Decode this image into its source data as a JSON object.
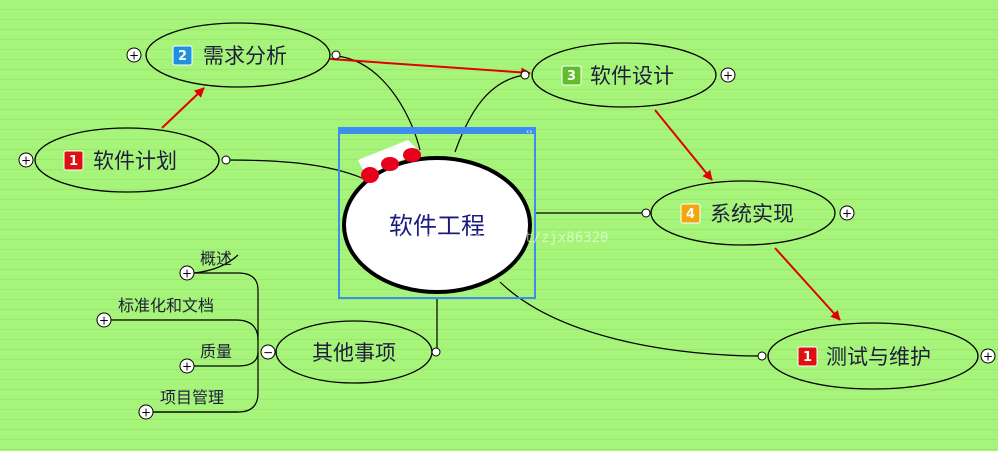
{
  "central": {
    "label": "软件工程"
  },
  "nodes": {
    "plan": {
      "label": "软件计划",
      "priority": "1",
      "badge_color": "#dd1111"
    },
    "analysis": {
      "label": "需求分析",
      "priority": "2",
      "badge_color": "#1f8fe0"
    },
    "design": {
      "label": "软件设计",
      "priority": "3",
      "badge_color": "#5fbf2a"
    },
    "impl": {
      "label": "系统实现",
      "priority": "4",
      "badge_color": "#f2a50c"
    },
    "test": {
      "label": "测试与维护",
      "priority": "1",
      "badge_color": "#dd1111"
    },
    "other": {
      "label": "其他事项"
    }
  },
  "other_children": [
    "概述",
    "标准化和文档",
    "质量",
    "项目管理"
  ],
  "watermark": "http://blog.csdn.net/zjx86320",
  "colors": {
    "background": "#a6f57a",
    "flow_arrow": "#e00000",
    "selection": "#3b8ef0",
    "blot": "#e8001c"
  },
  "expand_symbol": "+",
  "collapse_symbol": "−",
  "selection_toggle": "‹›"
}
